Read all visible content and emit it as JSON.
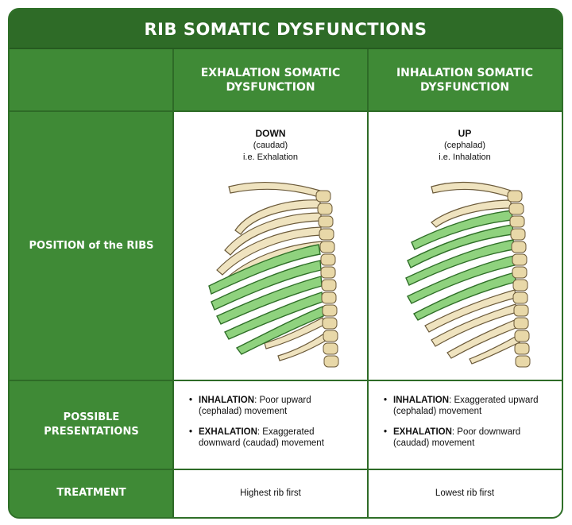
{
  "title": "RIB SOMATIC DYSFUNCTIONS",
  "columns": {
    "exhalation_header": "EXHALATION SOMATIC DYSFUNCTION",
    "inhalation_header": "INHALATION SOMATIC DYSFUNCTION"
  },
  "rows": {
    "position_label": "POSITION of the RIBS",
    "presentations_label": "POSSIBLE PRESENTATIONS",
    "treatment_label": "TREATMENT"
  },
  "exhalation": {
    "position_main": "DOWN",
    "position_dir": "(caudad)",
    "position_ie": "i.e. Exhalation",
    "presentations": [
      {
        "term": "INHALATION",
        "text": ": Poor upward (cephalad) movement"
      },
      {
        "term": "EXHALATION",
        "text": ": Exaggerated downward (caudad) movement"
      }
    ],
    "treatment": "Highest rib first"
  },
  "inhalation": {
    "position_main": "UP",
    "position_dir": "(cephalad)",
    "position_ie": "i.e. Inhalation",
    "presentations": [
      {
        "term": "INHALATION",
        "text": ": Exaggerated upward (cephalad) movement"
      },
      {
        "term": "EXHALATION",
        "text": ": Poor downward (caudad) movement"
      }
    ],
    "treatment": "Lowest rib first"
  },
  "colors": {
    "accent_green": "#3f8a36",
    "dark_green": "#2e6b27",
    "rib_bone": "#efe3bf",
    "rib_highlight": "#8fd27e"
  }
}
